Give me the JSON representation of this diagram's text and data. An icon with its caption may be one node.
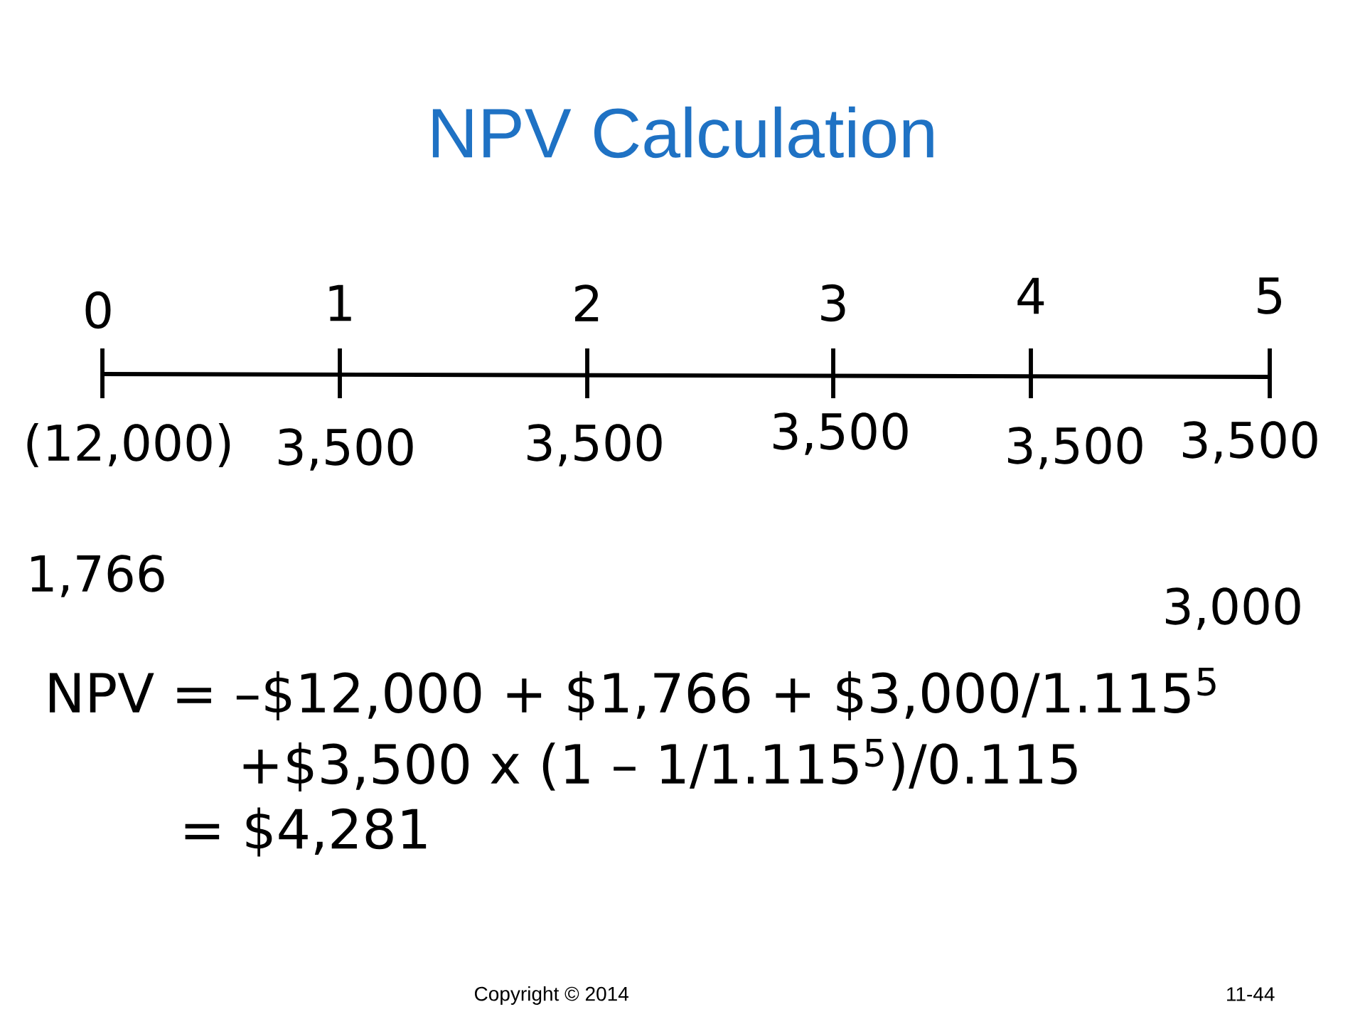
{
  "diagram": {
    "title": "NPV Calculation",
    "labels": [
      "0",
      "1",
      "2",
      "3",
      "4",
      "5",
      "(12,000)",
      "3,500",
      "3,500",
      "3,500",
      "3,500",
      "3,500",
      "1,766",
      "3,000",
      "NPV = –$12,000 + $1,766 + $3,000/1.115$^{5}$",
      "+$3,500 x (1 – 1/1.115$^{5}$)/0.115",
      "= $4,281",
      "Copyright © 2014",
      "11-44"
    ]
  }
}
